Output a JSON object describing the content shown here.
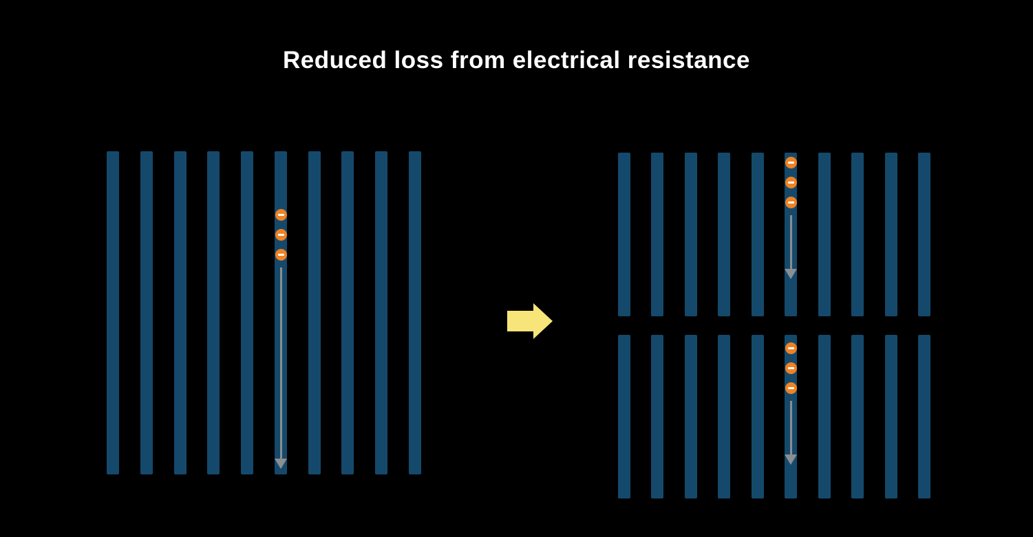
{
  "title": "Reduced loss from electrical resistance",
  "colors": {
    "background": "#000000",
    "bar": "#15496b",
    "electron": "#f08223",
    "electron_symbol": "#ffffff",
    "flow_arrow": "#8a8f93",
    "transform_arrow": "#f7e57a"
  },
  "left_panel": {
    "bar_count": 10,
    "electron_count": 3
  },
  "right_panel": {
    "top_group": {
      "bar_count": 10,
      "electron_count": 3
    },
    "bottom_group": {
      "bar_count": 10,
      "electron_count": 3
    }
  }
}
